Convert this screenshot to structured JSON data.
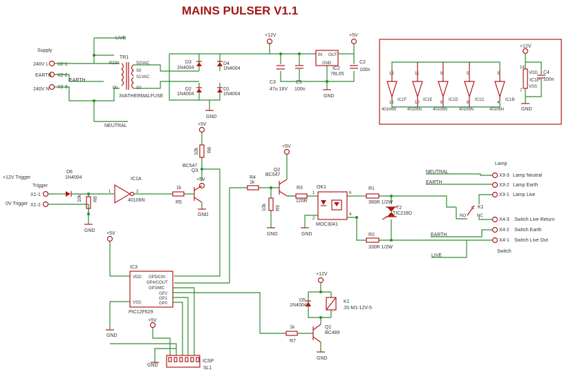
{
  "title": "MAINS PULSER V1.1",
  "colors": {
    "wire": "#2e8b2e",
    "component": "#b01818",
    "title": "#a41515",
    "text": "#333333"
  },
  "labels": {
    "supply": "Supply",
    "x2_1": "X2-1",
    "x2_2": "X2-2",
    "x2_3": "X2-3",
    "l240": "240V L",
    "earth": "EARTH",
    "n240": "240V N",
    "earth_net": "EARTH",
    "live": "LIVE",
    "neutral": "NEUTRAL",
    "tr1": "TR1",
    "p230": "P230",
    "p0": "P0",
    "s2vac": "S2VAC",
    "s1vac": "S1VAC",
    "s0": "S0",
    "s0b": "S0",
    "trpart": "3VATHERMALFUSE",
    "d3": "D3",
    "d3v": "1N4004",
    "d4": "D4",
    "d4v": "1N4004",
    "d2": "D2",
    "d2v": "1N4004",
    "d1": "D1",
    "d1v": "1N4004",
    "gnd1": "GND",
    "p12v": "+12V",
    "p5v": "+5V",
    "ic2in": "IN",
    "ic2out": "OUT",
    "ic2gnd": "GND",
    "ic2": "IC2",
    "ic2v": "78L05",
    "c3": "C3",
    "c3v": "47u 16V",
    "c1": "C1",
    "c1v": "100n",
    "c2": "C2",
    "c2v": "100n",
    "gnd2": "GND",
    "icp12": "+12V",
    "ic1p": "IC1P",
    "c4": "C4",
    "c4v": "100n",
    "vdd": "VDD",
    "vss": "VSS",
    "pin14": "14",
    "pin7": "7",
    "gnd3": "GND",
    "gates": [
      {
        "name": "IC1F",
        "part": "40106N",
        "pin_in": "13",
        "pin_out": "12"
      },
      {
        "name": "IC1E",
        "part": "40106N",
        "pin_in": "11",
        "pin_out": "10"
      },
      {
        "name": "IC1D",
        "part": "40106N",
        "pin_in": "9",
        "pin_out": "8"
      },
      {
        "name": "IC1C",
        "part": "40106N",
        "pin_in": "5",
        "pin_out": "6"
      },
      {
        "name": "IC1B",
        "part": "40106N",
        "pin_in": "3",
        "pin_out": "4"
      }
    ],
    "p12trig": "+12V Trigger",
    "trigger": "Trigger",
    "x1_1": "X1-1",
    "x1_2": "X1-2",
    "v0trig": "0V Trigger",
    "d6": "D6",
    "d6v": "1N4004",
    "r6": "R6",
    "r6v": "10k",
    "gnd4": "GND",
    "ic1a": "IC1A",
    "ic1av": "40106N",
    "pin1": "1",
    "pin2": "2",
    "r5": "R5",
    "r5v": "1k",
    "p5v_q3": "+5V",
    "r8v": "10k",
    "r8": "R8",
    "q3": "BC547",
    "q3n": "Q3",
    "gnd5": "GND",
    "r4": "R4",
    "r4v": "1k",
    "r9v": "10k",
    "r9": "R9",
    "gnd6": "GND",
    "q2n": "Q2",
    "q2": "BC547",
    "p5v_q2": "+5V",
    "r3": "R3",
    "r3v": "120R",
    "ok1": "OK1",
    "ok1v": "MOC3041",
    "ok_p1": "1",
    "ok_p2": "2",
    "ok_p4": "4",
    "ok_p6": "6",
    "gnd7": "GND",
    "r1": "R1",
    "r1v": "390R 1/2W",
    "t2": "T2",
    "t2v": "TIC218D",
    "r2": "R2",
    "r2v": "330R 1/2W",
    "lamp": "Lamp",
    "neutral2": "NEUTRAL",
    "earth2": "EARTH",
    "x3_3": "X3-3",
    "lamp_neutral": "Lamp Neutral",
    "x3_2": "X3-2",
    "lamp_earth": "Lamp Earth",
    "x3_1": "X3-1",
    "lamp_live": "Lamp Live",
    "k1": "K1",
    "k1c": "C",
    "k1no": "NO",
    "k1nc": "NC",
    "x4_3": "X4-3",
    "sw_live_ret": "Switch Live Return",
    "x4_2": "X4-2",
    "sw_earth": "Switch Earth",
    "x4_1": "X4-1",
    "sw_live_out": "Switch Live Out",
    "switch": "Switch",
    "earth3": "EARTH",
    "live2": "LIVE",
    "p5v_ic3": "+5V",
    "ic3": "IC3",
    "ic3v": "PIC12F629",
    "gp5": "GP5/CIN",
    "gp4": "GP4/COUT",
    "gp3": "GP3/MC",
    "gp2": "GP2",
    "gp1": "GP1",
    "gp0": "GP0",
    "ic3vdd": "VDD",
    "ic3vss": "VSS",
    "gnd8": "GND",
    "p5v_icsp": "+5V",
    "gnd9": "GND",
    "icsp": "ICSP",
    "sl1": "SL1",
    "p12v_k": "+12V",
    "d5": "D5",
    "d5v": "1N4004",
    "k1b": "K1",
    "k1v": "JS-M1-12V-5",
    "r7": "R7",
    "r7v": "1k",
    "q1n": "Q1",
    "q1": "BC489",
    "gnd10": "GND"
  }
}
